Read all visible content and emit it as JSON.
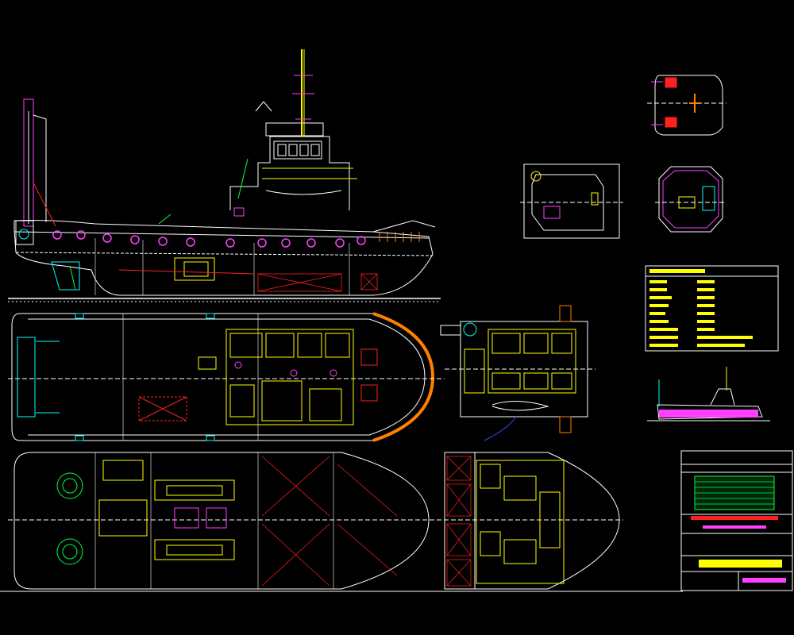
{
  "colors": {
    "background": "#000000",
    "white": "#ffffff",
    "yellow": "#ffff00",
    "red": "#ff2020",
    "magenta": "#ff40ff",
    "cyan": "#00ffff",
    "green": "#00ff40",
    "orange": "#ff8000",
    "blue": "#3050ff"
  },
  "drawing": {
    "title": "",
    "views": [
      "profile",
      "main-deck-plan",
      "lower-hold-plan",
      "forecastle-deck-plan",
      "wheelhouse-top-plan",
      "bridge-deck-plan",
      "mast-top-plan",
      "mast-detail",
      "particulars-table",
      "small-profile",
      "title-block"
    ]
  }
}
